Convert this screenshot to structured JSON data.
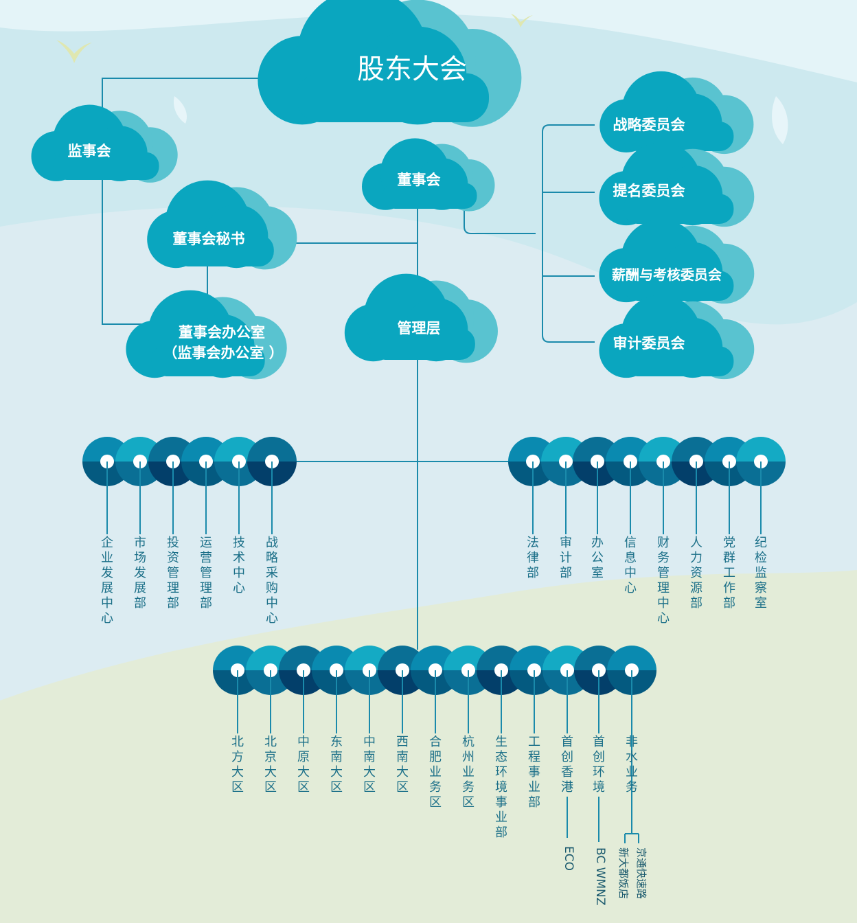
{
  "colors": {
    "cloud_dark": "#0aa6bf",
    "cloud_light": "#59c3d0",
    "line": "#1a8aab",
    "text_vertical": "#1b6f88",
    "sky": "#dcecf2",
    "ground": "#e3ecd8"
  },
  "clouds": {
    "shareholders": "股东大会",
    "supervisory": "监事会",
    "board": "董事会",
    "board_secretary": "董事会秘书",
    "board_office_line1": "董事会办公室",
    "board_office_line2": "（监事会办公室 ）",
    "management": "管理层",
    "strategy_committee": "战略委员会",
    "nomination_committee": "提名委员会",
    "remuneration_committee": "薪酬与考核委员会",
    "audit_committee": "审计委员会"
  },
  "left_departments": [
    "企业发展中心",
    "市场发展部",
    "投资管理部",
    "运营管理部",
    "技术中心",
    "战略采购中心"
  ],
  "right_departments": [
    "法律部",
    "审计部",
    "办公室",
    "信息中心",
    "财务管理中心",
    "人力资源部",
    "党群工作部",
    "纪检监察室"
  ],
  "regions": [
    "北方大区",
    "北京大区",
    "中原大区",
    "东南大区",
    "中南大区",
    "西南大区",
    "合肥业务区",
    "杭州业务区",
    "生态环境事业部",
    "工程事业部",
    "首创香港",
    "首创环境",
    "非水业务"
  ],
  "sub_units": {
    "hongkong": "ECO",
    "environment": "BC WMNZ",
    "nonwater_a": "新大都饭店",
    "nonwater_b": "京通快速路"
  }
}
